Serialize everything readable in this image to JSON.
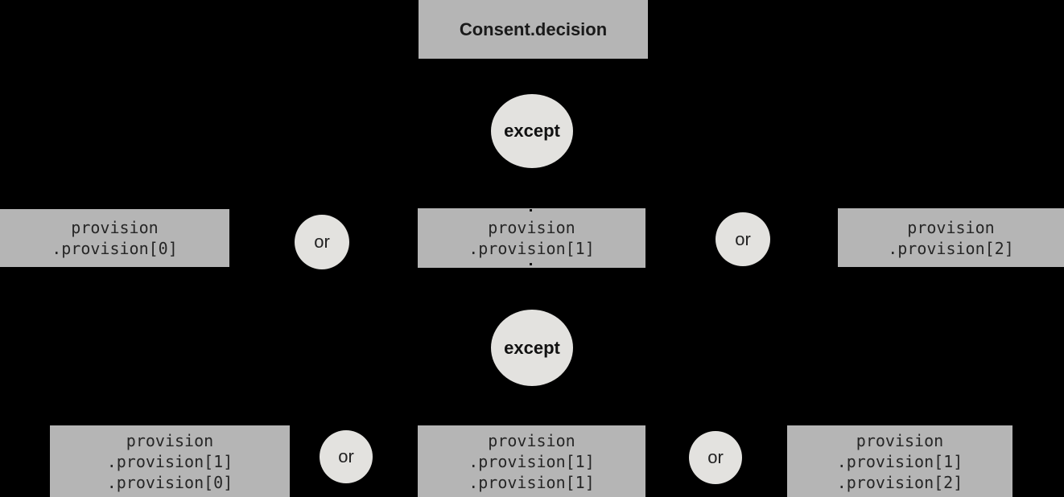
{
  "page": {
    "background": "#000000"
  },
  "palette": {
    "node_fill": "#b5b5b5",
    "operator_fill": "#e3e2df",
    "node_text": "#262626",
    "heading_text": "#1a1a1a"
  },
  "diagram": {
    "root": {
      "label": "Consent.decision"
    },
    "levels": [
      {
        "operator": "except",
        "or_label": "or",
        "nodes": [
          {
            "label": "provision\n.provision[0]"
          },
          {
            "label": "provision\n.provision[1]"
          },
          {
            "label": "provision\n.provision[2]"
          }
        ]
      },
      {
        "operator": "except",
        "or_label": "or",
        "nodes": [
          {
            "label": "provision\n.provision[1]\n.provision[0]"
          },
          {
            "label": "provision\n.provision[1]\n.provision[1]"
          },
          {
            "label": "provision\n.provision[1]\n.provision[2]"
          }
        ]
      }
    ]
  }
}
